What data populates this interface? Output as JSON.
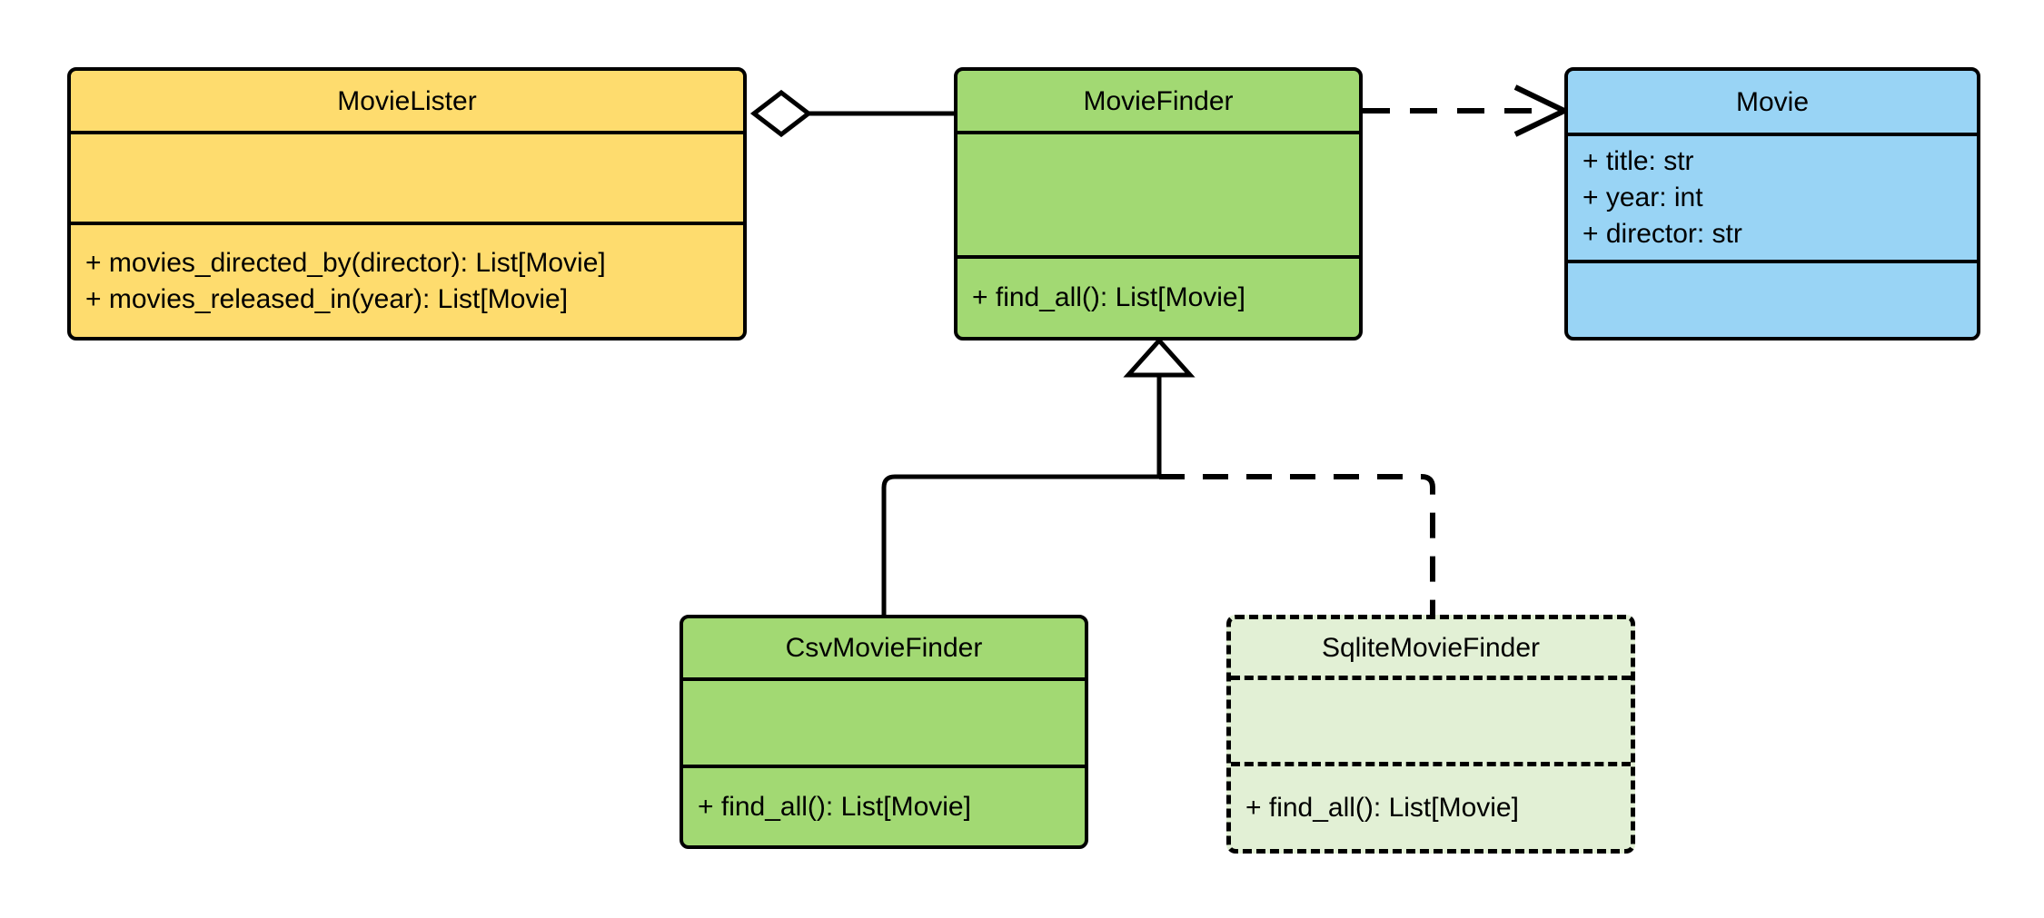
{
  "diagram": {
    "title": "UML class diagram",
    "colors": {
      "class_fill_yellow": "#FEDC6E",
      "class_fill_green": "#A2D973",
      "class_fill_blue": "#99D4F5",
      "class_fill_light_green": "#E2F0D5",
      "stroke": "#000000",
      "background": "#FFFFFF"
    }
  },
  "classes": [
    {
      "id": "movie-lister",
      "name": "MovieLister",
      "fill": "#FEDC6E",
      "border": "solid",
      "attributes": [],
      "methods": [
        "+ movies_directed_by(director): List[Movie]",
        "+ movies_released_in(year): List[Movie]"
      ]
    },
    {
      "id": "movie-finder",
      "name": "MovieFinder",
      "fill": "#A2D973",
      "border": "solid",
      "attributes": [],
      "methods": [
        "+ find_all(): List[Movie]"
      ]
    },
    {
      "id": "movie",
      "name": "Movie",
      "fill": "#99D4F5",
      "border": "solid",
      "attributes": [
        "+ title: str",
        "+ year: int",
        "+ director: str"
      ],
      "methods": []
    },
    {
      "id": "csv-movie-finder",
      "name": "CsvMovieFinder",
      "fill": "#A2D973",
      "border": "solid",
      "attributes": [],
      "methods": [
        "+ find_all(): List[Movie]"
      ]
    },
    {
      "id": "sqlite-movie-finder",
      "name": "SqliteMovieFinder",
      "fill": "#E2F0D5",
      "border": "dashed",
      "attributes": [],
      "methods": [
        "+ find_all(): List[Movie]"
      ]
    }
  ],
  "relationships": [
    {
      "id": "aggregation-lister-finder",
      "type": "aggregation",
      "from": "MovieLister",
      "to": "MovieFinder",
      "line": "solid",
      "end_marker": "hollow-diamond"
    },
    {
      "id": "dependency-finder-movie",
      "type": "dependency",
      "from": "MovieFinder",
      "to": "Movie",
      "line": "dashed",
      "end_marker": "open-arrow"
    },
    {
      "id": "inheritance-csv-finder",
      "type": "generalization",
      "from": "CsvMovieFinder",
      "to": "MovieFinder",
      "line": "solid",
      "end_marker": "hollow-triangle"
    },
    {
      "id": "inheritance-sqlite-finder",
      "type": "generalization",
      "from": "SqliteMovieFinder",
      "to": "MovieFinder",
      "line": "dashed",
      "end_marker": "hollow-triangle"
    }
  ]
}
